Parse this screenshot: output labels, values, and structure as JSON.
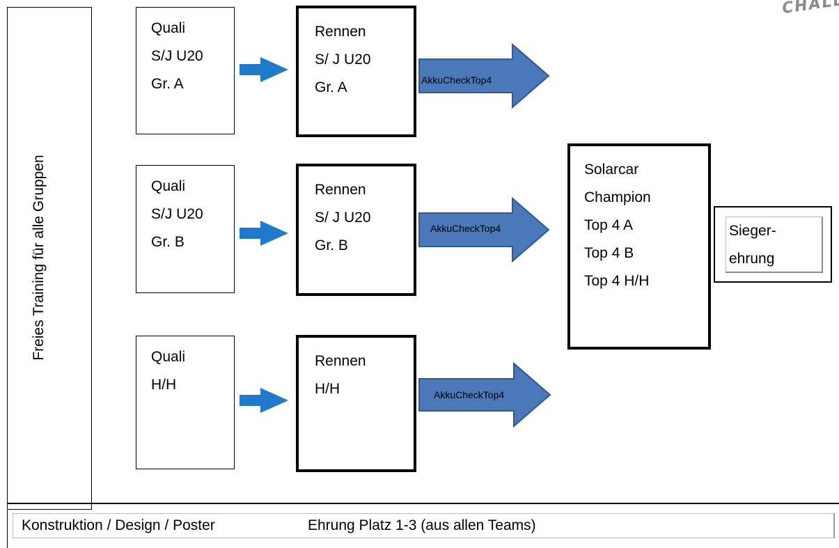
{
  "logo_text": "CHALL",
  "side": {
    "label": "Freies Training für alle Gruppen"
  },
  "quali_a": {
    "lines": [
      "Quali",
      "S/J U20",
      "Gr. A"
    ]
  },
  "quali_b": {
    "lines": [
      "Quali",
      "S/J U20",
      "Gr. B"
    ]
  },
  "quali_h": {
    "lines": [
      "Quali",
      "H/H"
    ]
  },
  "rennen_a": {
    "lines": [
      "Rennen",
      "S/ J U20",
      "Gr. A"
    ]
  },
  "rennen_b": {
    "lines": [
      "Rennen",
      "S/ J U20",
      "Gr. B"
    ]
  },
  "rennen_h": {
    "lines": [
      "Rennen",
      "H/H"
    ]
  },
  "akku": {
    "label": "AkkuCheckTop4"
  },
  "champion": {
    "lines": [
      "Solarcar",
      "Champion",
      "Top 4 A",
      "Top 4 B",
      "Top 4 H/H"
    ]
  },
  "sieger": {
    "lines": [
      "Sieger-",
      "ehrung"
    ]
  },
  "bottom": {
    "left": "Konstruktion / Design / Poster",
    "right": "Ehrung Platz 1-3  (aus allen Teams)"
  },
  "colors": {
    "small_arrow": "#1f7ac9",
    "big_arrow_fill": "#4a78b8",
    "big_arrow_stroke": "#2e5a91"
  }
}
